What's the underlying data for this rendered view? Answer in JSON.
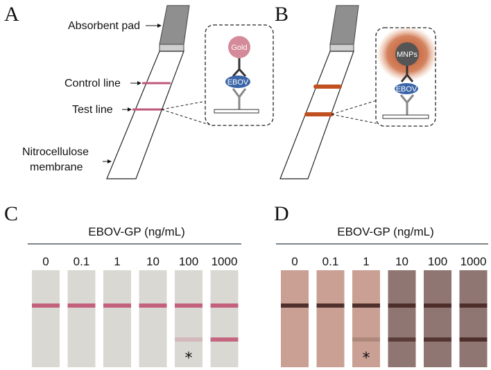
{
  "panels": {
    "a": {
      "letter": "A"
    },
    "b": {
      "letter": "B"
    },
    "c": {
      "letter": "C"
    },
    "d": {
      "letter": "D"
    }
  },
  "labels": {
    "absorbent_pad": "Absorbent pad",
    "control_line": "Control line",
    "test_line": "Test line",
    "membrane_line1": "Nitrocellulose",
    "membrane_line2": "membrane"
  },
  "bubbles": {
    "a_particle": "Gold",
    "a_antigen": "EBOV",
    "b_particle": "MNPs",
    "b_antigen": "EBOV"
  },
  "colors": {
    "gold_particle": "#d48a98",
    "control_line_a": "#c0577a",
    "line_b": "#c0501f",
    "mnp_glow": "#c65a2a",
    "mnp_core": "#555555",
    "ebov": "#3a64a8",
    "strip_c_bg": "#d9d8d2",
    "strip_c_line": "#c25a78",
    "strip_d_bg": "#c9a093",
    "strip_d_line": "#4a2a26"
  },
  "panel_c": {
    "title": "EBOV-GP (ng/mL)",
    "concentrations": [
      "0",
      "0.1",
      "1",
      "10",
      "100",
      "1000"
    ],
    "test_line_intensity": [
      0,
      0,
      0,
      0,
      0.25,
      0.9
    ],
    "star_label": "*",
    "star_strip_index": 4
  },
  "panel_d": {
    "title": "EBOV-GP (ng/mL)",
    "concentrations": [
      "0",
      "0.1",
      "1",
      "10",
      "100",
      "1000"
    ],
    "test_line_intensity": [
      0,
      0,
      0.2,
      0.75,
      0.85,
      0.95
    ],
    "star_label": "*",
    "star_strip_index": 2
  }
}
